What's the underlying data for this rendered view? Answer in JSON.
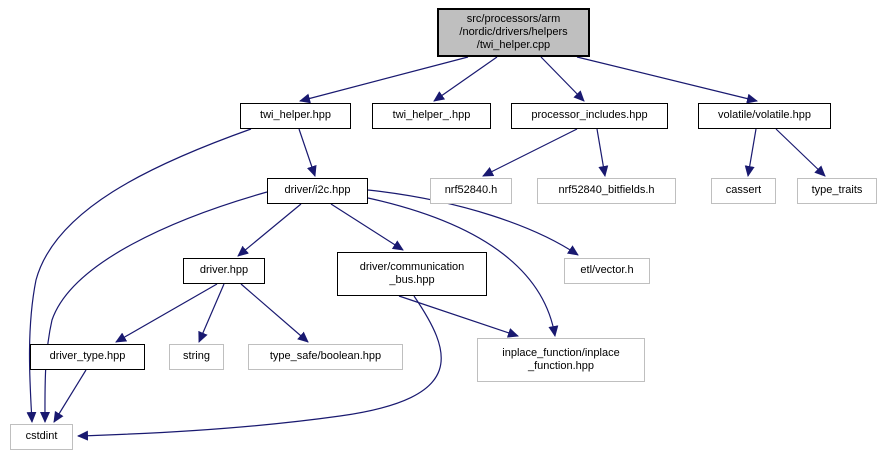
{
  "graph": {
    "type": "include-dependency-graph",
    "colors": {
      "edge": "#191970",
      "source_fill": "#bfbfbf",
      "node_fill": "#ffffff",
      "internal_border": "#000000",
      "external_border": "#bfbfbf",
      "text": "#000000",
      "background": "#ffffff"
    },
    "nodes": [
      {
        "id": "root",
        "label": "src/processors/arm\n/nordic/drivers/helpers\n/twi_helper.cpp",
        "kind": "source"
      },
      {
        "id": "twi",
        "label": "twi_helper.hpp",
        "kind": "internal"
      },
      {
        "id": "twi_",
        "label": "twi_helper_.hpp",
        "kind": "internal"
      },
      {
        "id": "proc",
        "label": "processor_includes.hpp",
        "kind": "internal"
      },
      {
        "id": "vol",
        "label": "volatile/volatile.hpp",
        "kind": "internal"
      },
      {
        "id": "i2c",
        "label": "driver/i2c.hpp",
        "kind": "internal"
      },
      {
        "id": "nrf",
        "label": "nrf52840.h",
        "kind": "external"
      },
      {
        "id": "nrfb",
        "label": "nrf52840_bitfields.h",
        "kind": "external"
      },
      {
        "id": "cassert",
        "label": "cassert",
        "kind": "external"
      },
      {
        "id": "tt",
        "label": "type_traits",
        "kind": "external"
      },
      {
        "id": "driver",
        "label": "driver.hpp",
        "kind": "internal"
      },
      {
        "id": "bus",
        "label": "driver/communication\n_bus.hpp",
        "kind": "internal"
      },
      {
        "id": "etl",
        "label": "etl/vector.h",
        "kind": "external"
      },
      {
        "id": "dtype",
        "label": "driver_type.hpp",
        "kind": "internal"
      },
      {
        "id": "string",
        "label": "string",
        "kind": "external"
      },
      {
        "id": "tsafe",
        "label": "type_safe/boolean.hpp",
        "kind": "external"
      },
      {
        "id": "inplace",
        "label": "inplace_function/inplace\n_function.hpp",
        "kind": "external"
      },
      {
        "id": "cstdint",
        "label": "cstdint",
        "kind": "external"
      }
    ],
    "edges": [
      {
        "from": "root",
        "to": "twi"
      },
      {
        "from": "root",
        "to": "twi_"
      },
      {
        "from": "root",
        "to": "proc"
      },
      {
        "from": "root",
        "to": "vol"
      },
      {
        "from": "twi",
        "to": "i2c"
      },
      {
        "from": "twi",
        "to": "cstdint"
      },
      {
        "from": "proc",
        "to": "nrf"
      },
      {
        "from": "proc",
        "to": "nrfb"
      },
      {
        "from": "vol",
        "to": "cassert"
      },
      {
        "from": "vol",
        "to": "tt"
      },
      {
        "from": "i2c",
        "to": "driver"
      },
      {
        "from": "i2c",
        "to": "bus"
      },
      {
        "from": "i2c",
        "to": "etl"
      },
      {
        "from": "i2c",
        "to": "inplace"
      },
      {
        "from": "i2c",
        "to": "cstdint"
      },
      {
        "from": "driver",
        "to": "dtype"
      },
      {
        "from": "driver",
        "to": "string"
      },
      {
        "from": "driver",
        "to": "tsafe"
      },
      {
        "from": "bus",
        "to": "inplace"
      },
      {
        "from": "bus",
        "to": "cstdint"
      },
      {
        "from": "dtype",
        "to": "cstdint"
      }
    ]
  }
}
